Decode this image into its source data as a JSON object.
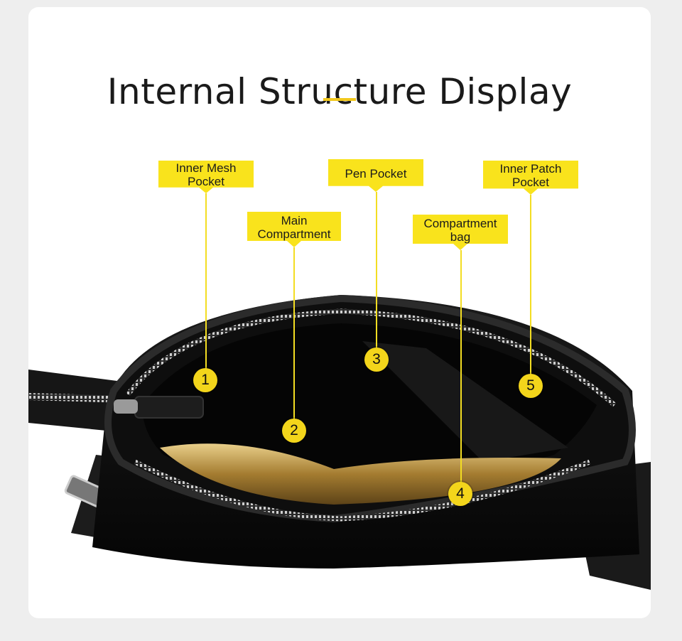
{
  "title": "Internal Structure Display",
  "colors": {
    "accent": "#f9e31c",
    "bag": "#121212",
    "lining": "#b48a3a"
  },
  "callouts": [
    {
      "label": "Inner Mesh\nPocket",
      "number": "1"
    },
    {
      "label": "Main\nCompartment",
      "number": "2"
    },
    {
      "label": "Pen Pocket",
      "number": "3"
    },
    {
      "label": "Compartment\nbag",
      "number": "4"
    },
    {
      "label": "Inner Patch\nPocket",
      "number": "5"
    }
  ]
}
